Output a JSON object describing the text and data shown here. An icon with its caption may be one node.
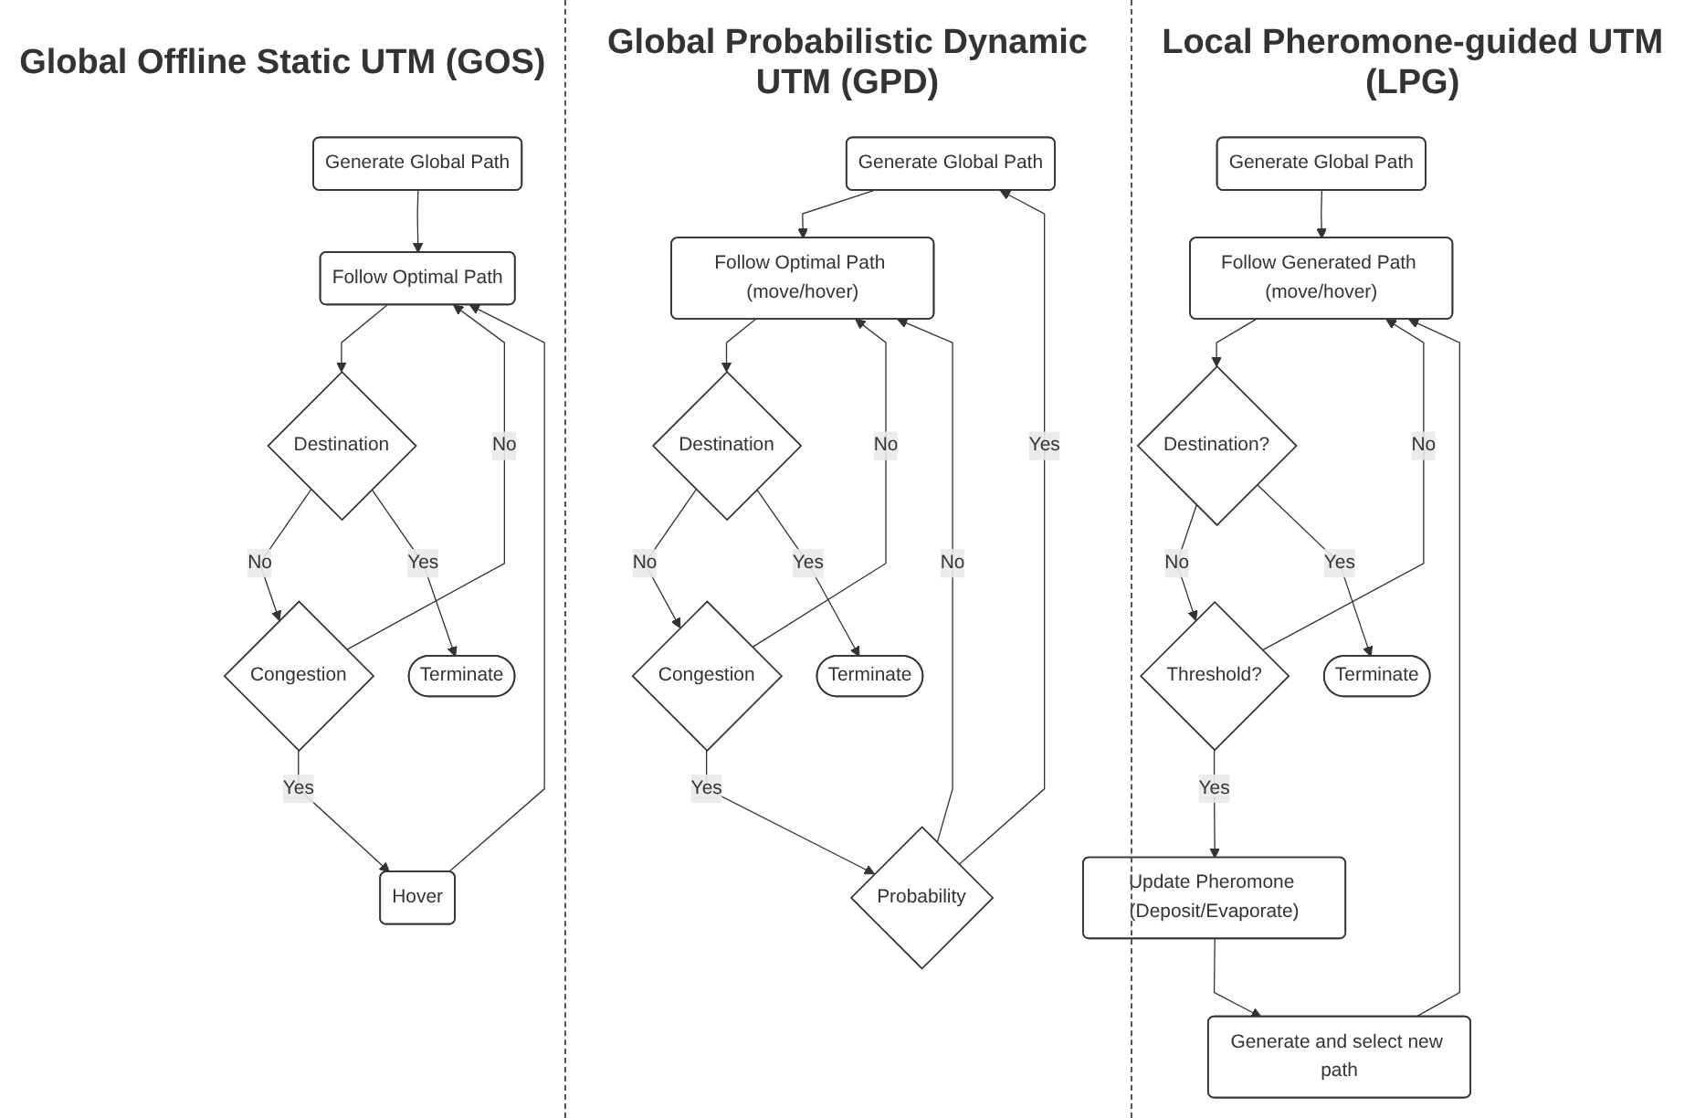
{
  "diagram": {
    "nodes": [
      {
        "text": [
          "Generate Global Path"
        ]
      },
      {
        "text": [
          "Follow Optimal Path"
        ]
      },
      {
        "text": [
          "Destination"
        ]
      },
      {
        "text": [
          "Hover"
        ]
      },
      {
        "text": [
          "Congestion"
        ]
      },
      {
        "text": [
          "Terminate"
        ]
      },
      {
        "text": [
          "Generate Global Path"
        ]
      },
      {
        "text": [
          "Follow Optimal Path (move/hover)"
        ]
      },
      {
        "text": [
          "Destination"
        ]
      },
      {
        "text": [
          "Probability"
        ]
      },
      {
        "text": [
          "Congestion"
        ]
      },
      {
        "text": [
          "Terminate"
        ]
      },
      {
        "text": [
          "Generate Global Path"
        ]
      },
      {
        "text": [
          "Follow Generated Path (move/hover)"
        ]
      },
      {
        "text": [
          "Threshold?"
        ]
      },
      {
        "text": [
          "Destination?"
        ]
      },
      {
        "text": [
          "Update Pheromone (Deposit/Evaporate)"
        ]
      },
      {
        "text": [
          "Generate and select new path"
        ]
      },
      {
        "text": [
          "Terminate"
        ]
      }
    ],
    "edges": [
      {
        "from": 0,
        "to": 1,
        "arrow": "to"
      },
      {
        "from": 1,
        "to": 2,
        "arrow": "to"
      },
      {
        "from": 2,
        "to": 4,
        "arrow": "to",
        "label": "No"
      },
      {
        "from": 4,
        "to": 1,
        "arrow": "to",
        "label": "No"
      },
      {
        "from": 4,
        "to": 3,
        "arrow": "to",
        "label": "Yes"
      },
      {
        "from": 3,
        "to": 1,
        "arrow": "to"
      },
      {
        "from": 2,
        "to": 5,
        "arrow": "to",
        "label": "Yes"
      },
      {
        "from": 6,
        "to": 7,
        "arrow": "to"
      },
      {
        "from": 7,
        "to": 8,
        "arrow": "to"
      },
      {
        "from": 8,
        "to": 10,
        "arrow": "to",
        "label": "No"
      },
      {
        "from": 10,
        "to": 7,
        "arrow": "to",
        "label": "No"
      },
      {
        "from": 10,
        "to": 9,
        "arrow": "to",
        "label": "Yes"
      },
      {
        "from": 9,
        "to": 7,
        "arrow": "to",
        "label": "No"
      },
      {
        "from": 9,
        "to": 6,
        "arrow": "to",
        "label": "Yes"
      },
      {
        "from": 8,
        "to": 11,
        "arrow": "to",
        "label": "Yes"
      },
      {
        "from": 12,
        "to": 13,
        "arrow": "to"
      },
      {
        "from": 13,
        "to": 15,
        "arrow": "to"
      },
      {
        "from": 15,
        "to": 14,
        "arrow": "to",
        "label": "No"
      },
      {
        "from": 14,
        "to": 13,
        "arrow": "to",
        "label": "No"
      },
      {
        "from": 14,
        "to": 16,
        "arrow": "to",
        "label": "Yes"
      },
      {
        "from": 16,
        "to": 17,
        "arrow": "to"
      },
      {
        "from": 17,
        "to": 13,
        "arrow": "to"
      },
      {
        "from": 15,
        "to": 18,
        "arrow": "to",
        "label": "Yes"
      }
    ],
    "labels": [
      "Global Offline Static UTM (GOS)",
      "Global Probabilistic Dynamic UTM (GPD)",
      "Local Pheromone-guided UTM (LPG)"
    ]
  }
}
